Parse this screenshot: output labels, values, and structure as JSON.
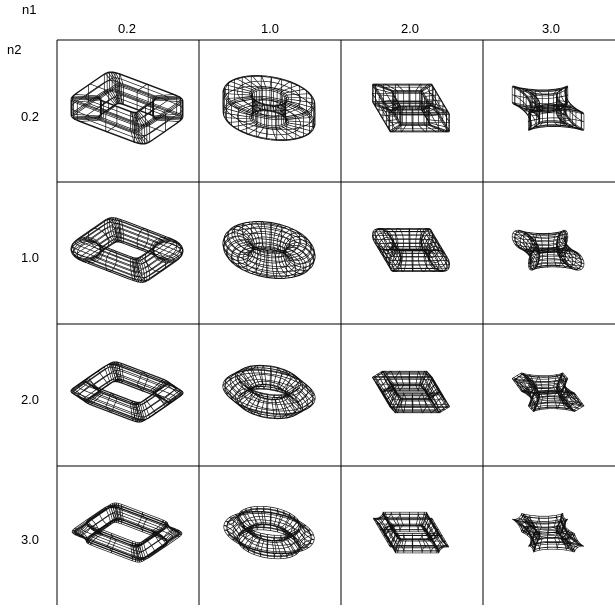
{
  "axes": {
    "column_axis_label": "n1",
    "row_axis_label": "n2",
    "column_values": [
      "0.2",
      "1.0",
      "2.0",
      "3.0"
    ],
    "row_values": [
      "0.2",
      "1.0",
      "2.0",
      "3.0"
    ]
  },
  "grid": {
    "line_color": "#000000",
    "shape_stroke": "#111111",
    "shape_fill": "#ffffff"
  },
  "cells": [
    {
      "n1": "0.2",
      "n2": "0.2",
      "shape": "squarish-torus-icon"
    },
    {
      "n1": "1.0",
      "n2": "0.2",
      "shape": "round-torus-icon"
    },
    {
      "n1": "2.0",
      "n2": "0.2",
      "shape": "diamond-box-torus-icon"
    },
    {
      "n1": "3.0",
      "n2": "0.2",
      "shape": "star-torus-icon"
    },
    {
      "n1": "0.2",
      "n2": "1.0",
      "shape": "squarish-torus-icon"
    },
    {
      "n1": "1.0",
      "n2": "1.0",
      "shape": "round-torus-icon"
    },
    {
      "n1": "2.0",
      "n2": "1.0",
      "shape": "diamond-box-torus-icon"
    },
    {
      "n1": "3.0",
      "n2": "1.0",
      "shape": "star-torus-icon"
    },
    {
      "n1": "0.2",
      "n2": "2.0",
      "shape": "squarish-torus-icon"
    },
    {
      "n1": "1.0",
      "n2": "2.0",
      "shape": "round-torus-icon"
    },
    {
      "n1": "2.0",
      "n2": "2.0",
      "shape": "diamond-box-torus-icon"
    },
    {
      "n1": "3.0",
      "n2": "2.0",
      "shape": "star-torus-icon"
    },
    {
      "n1": "0.2",
      "n2": "3.0",
      "shape": "squarish-torus-icon"
    },
    {
      "n1": "1.0",
      "n2": "3.0",
      "shape": "round-torus-icon"
    },
    {
      "n1": "2.0",
      "n2": "3.0",
      "shape": "diamond-box-torus-icon"
    },
    {
      "n1": "3.0",
      "n2": "3.0",
      "shape": "star-torus-icon"
    }
  ]
}
